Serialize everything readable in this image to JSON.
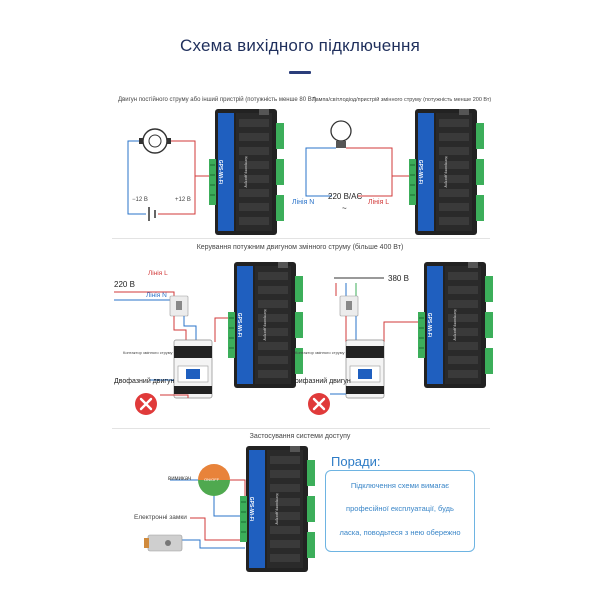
{
  "title": "Схема вихідного підключення",
  "captions": {
    "dc_motor": "Двигун постійного струму або інший пристрій (потужність менше 80 Вт)",
    "lamp": "Лампа/світлодіод/пристрій змінного струму (потужність менше 200 Вт)",
    "ac_motor_control": "Керування потужним двигуном змінного струму (більше 400 Вт)",
    "access_control": "Застосування системи доступу",
    "contactor_left": "Контактор змінного струму",
    "contactor_right": "Контактор змінного струму"
  },
  "dc_labels": {
    "minus": "−12 В",
    "plus": "+12 В"
  },
  "lamp_labels": {
    "line_n": "Лінія N",
    "voltage": "220 В/AC",
    "wave": "~",
    "line_l": "Лінія L"
  },
  "ac_left_labels": {
    "voltage": "220 В",
    "line_l": "Лінія L",
    "line_n": "Лінія N",
    "motor": "Двофазний двигун"
  },
  "ac_right_labels": {
    "voltage": "380 В",
    "motor": "Трифазний двигун"
  },
  "access_labels": {
    "switch": "вимикач",
    "lock": "Електронні замки",
    "indicator": "ON/OFF"
  },
  "device_label": "GPS-Wi-Fi",
  "device_sublabel": "Контролер доступу",
  "tips": {
    "title": "Поради:",
    "lines": [
      "Підключення схеми вимагає",
      "професійної експлуатації, будь",
      "ласка, поводьтеся з нею обережно"
    ]
  },
  "colors": {
    "accent": "#1f2f5c",
    "wire_blue": "#2a73c9",
    "wire_red": "#d23a3a",
    "terminal_green": "#3cae5a",
    "device_blue": "#1f5fbf"
  }
}
